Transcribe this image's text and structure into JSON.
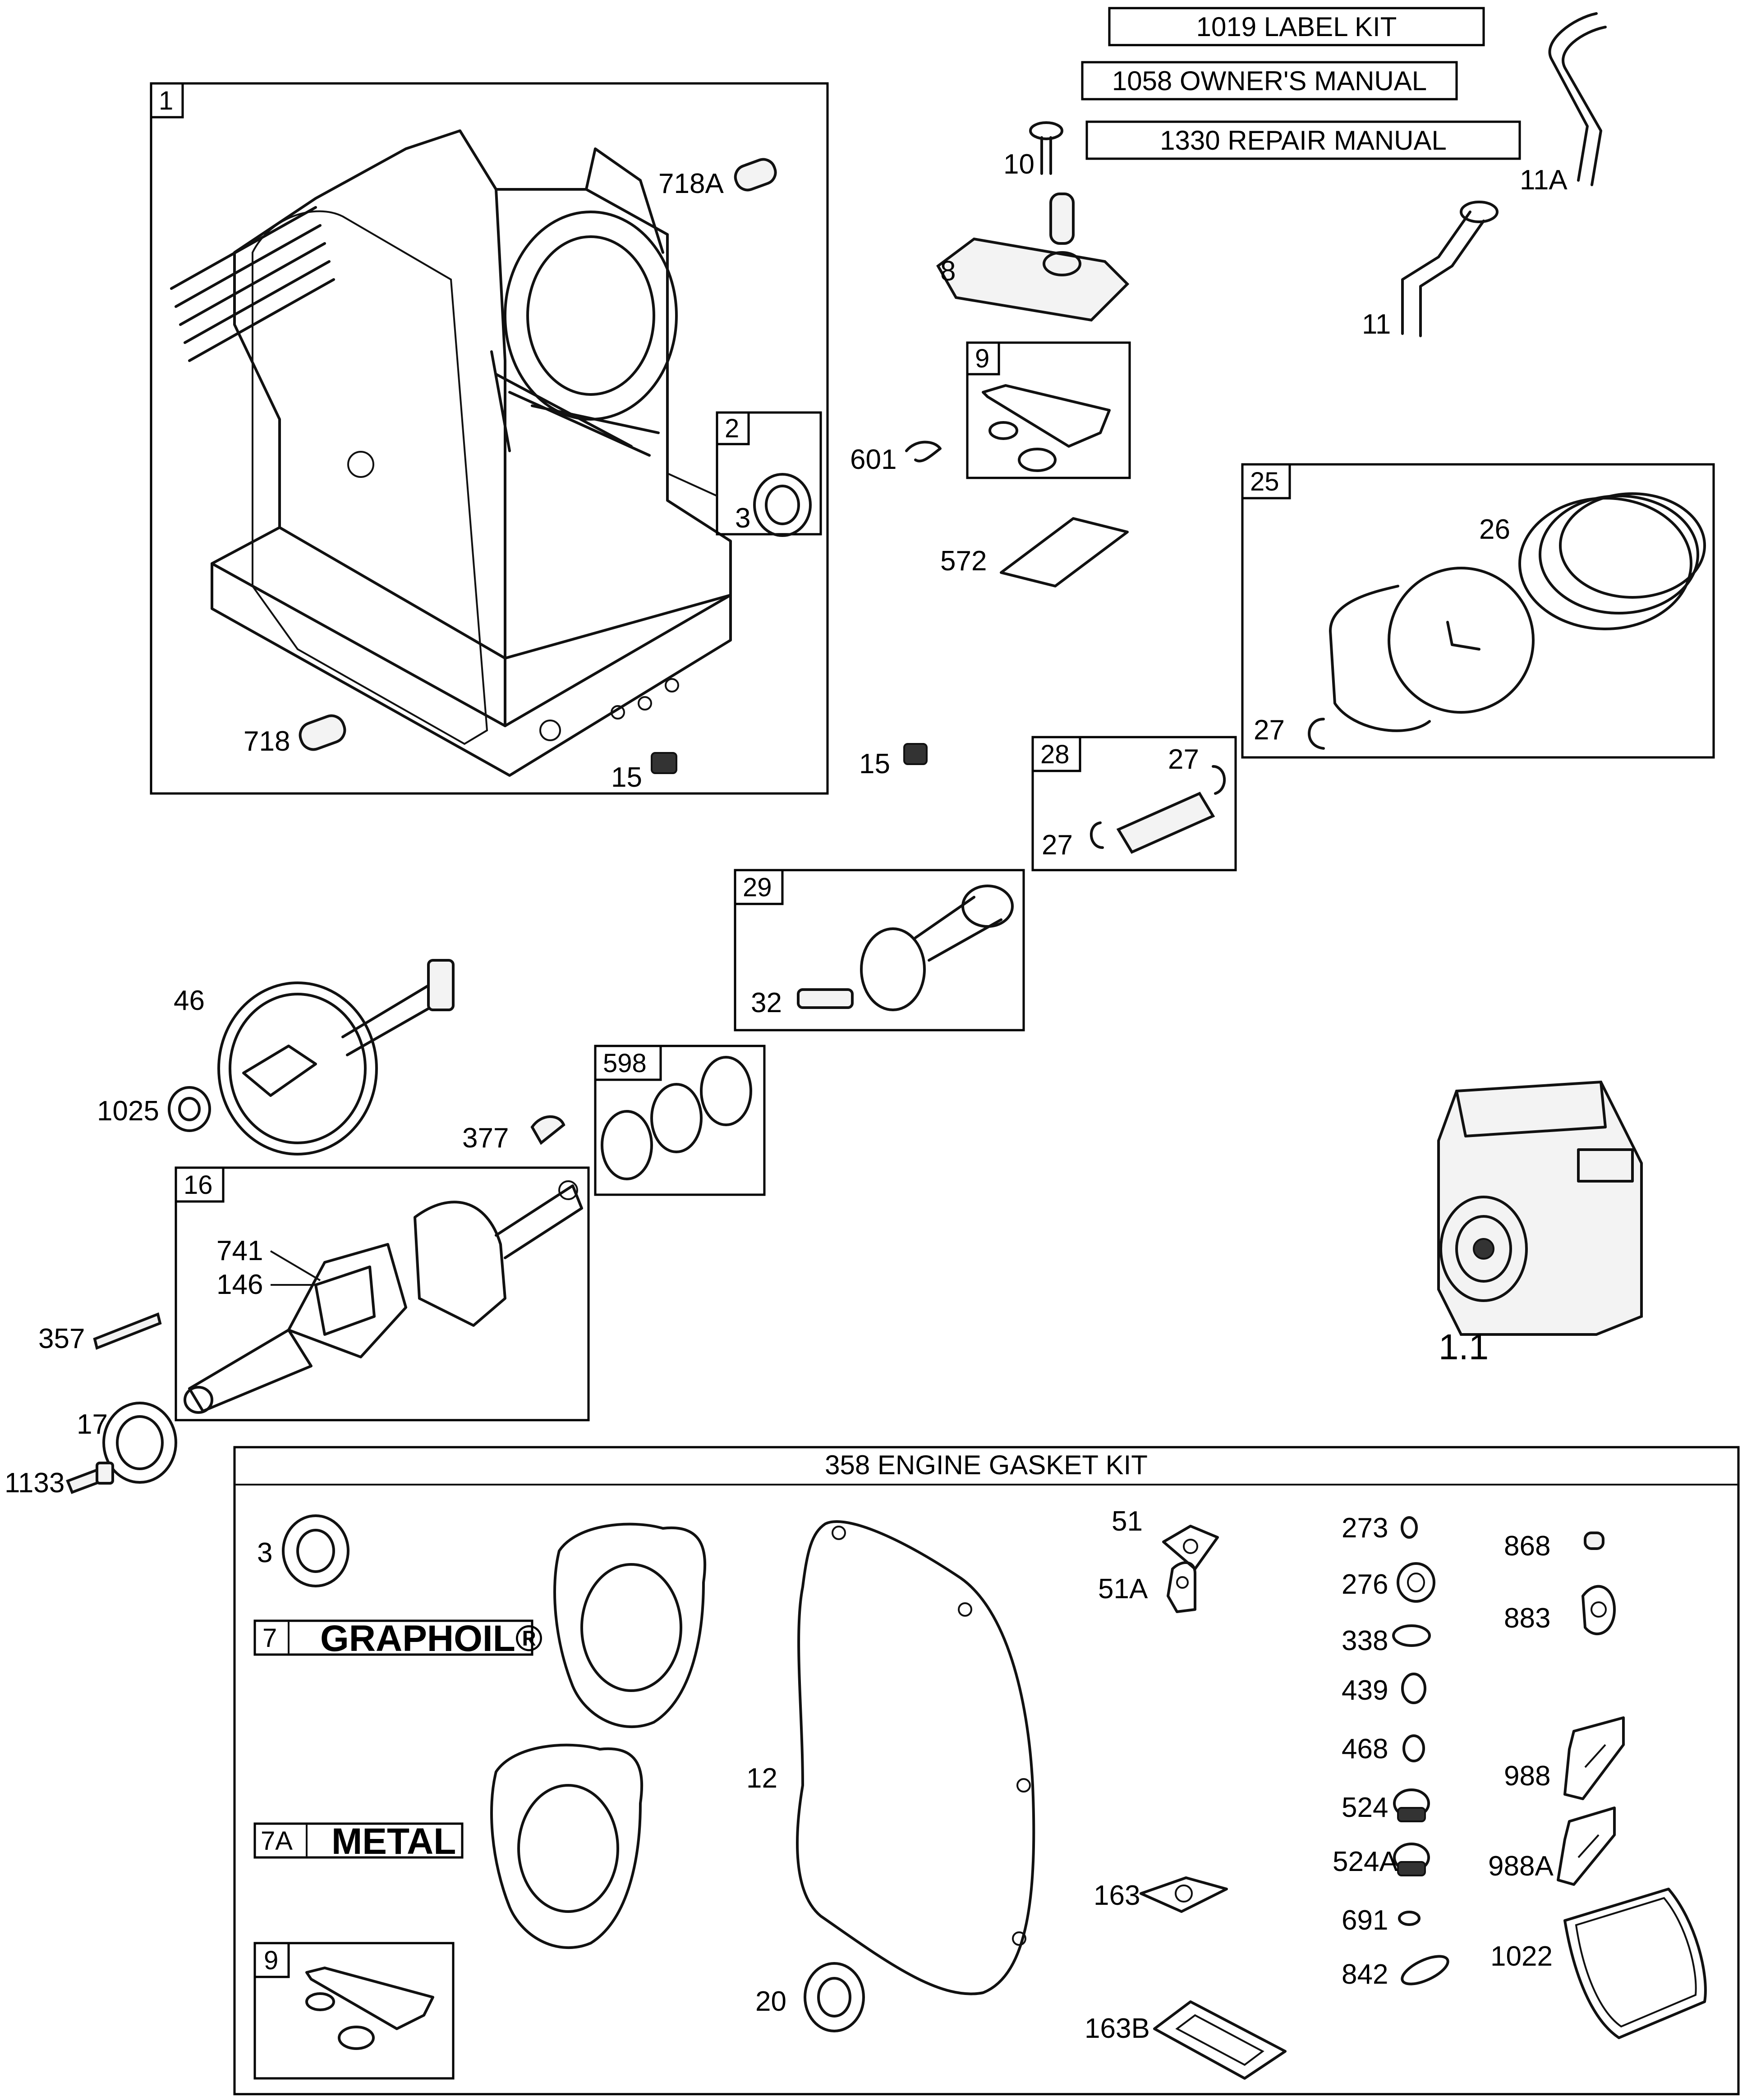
{
  "kits": {
    "label_kit": "1019 LABEL KIT",
    "owners_manual": "1058 OWNER'S MANUAL",
    "repair_manual": "1330 REPAIR MANUAL",
    "gasket_kit_title": "358 ENGINE GASKET KIT",
    "graphoil_num": "7",
    "graphoil": "GRAPHOIL®",
    "metal_num": "7A",
    "metal": "METAL"
  },
  "box_labels": {
    "b1": "1",
    "b2": "2",
    "b9": "9",
    "b25": "25",
    "b28": "28",
    "b29": "29",
    "b598": "598",
    "b16": "16",
    "b9kit": "9"
  },
  "labels": {
    "p718A": "718A",
    "p3": "3",
    "p718": "718",
    "p15a": "15",
    "p10": "10",
    "p8": "8",
    "p601": "601",
    "p572": "572",
    "p15b": "15",
    "p11A": "11A",
    "p11": "11",
    "p26": "26",
    "p27a": "27",
    "p27b": "27",
    "p27c": "27",
    "p32": "32",
    "p46": "46",
    "p1025": "1025",
    "p377": "377",
    "p741": "741",
    "p146": "146",
    "p357": "357",
    "p17": "17",
    "p1133": "1133",
    "p1_1": "1.1",
    "k3": "3",
    "k12": "12",
    "k20": "20",
    "k51": "51",
    "k51A": "51A",
    "k163": "163",
    "k163B": "163B",
    "k273": "273",
    "k276": "276",
    "k338": "338",
    "k439": "439",
    "k468": "468",
    "k524": "524",
    "k524A": "524A",
    "k691": "691",
    "k842": "842",
    "k868": "868",
    "k883": "883",
    "k988": "988",
    "k988A": "988A",
    "k1022": "1022"
  }
}
